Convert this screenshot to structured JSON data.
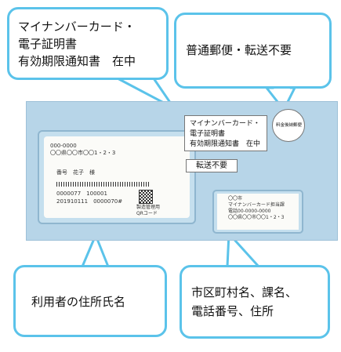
{
  "callouts": {
    "card_documents": [
      "マイナンバーカード・",
      "電子証明書",
      "有効期限通知書　在中"
    ],
    "mail_type": "普通郵便・転送不要",
    "recipient": "利用者の住所氏名",
    "sender": [
      "市区町村名、課名、",
      "電話番号、住所"
    ]
  },
  "envelope": {
    "label_lines": [
      "マイナンバーカード・",
      "電子証明書",
      "有効期限通知書　在中"
    ],
    "forward_stamp": "転送不要",
    "postage_mark": "料金後納郵便",
    "recipient_window": {
      "postal_code": "000-0000",
      "address": "〇〇県〇〇市〇〇1・2・3",
      "name_line": "番号　花子　様",
      "code_line_1": "0000077　100001",
      "code_line_2": "201910111　0000070#",
      "qr_label_1": "製造管理用",
      "qr_label_2": "QRコード"
    },
    "sender_window": {
      "line_1": "〇〇市",
      "line_2": "マイナンバーカード担当課",
      "line_3": "電話00-0000-0000",
      "line_4": "〇〇県〇〇市〇〇1・2・3"
    }
  },
  "colors": {
    "callout_border": "#5bc3ea",
    "envelope": "#b7d5e8"
  }
}
